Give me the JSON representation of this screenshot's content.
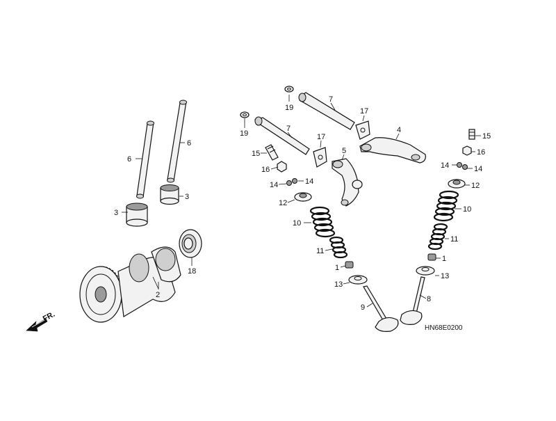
{
  "diagram": {
    "code": "HN68E0200",
    "direction_label": "FR.",
    "callouts": {
      "c1a": "1",
      "c1b": "1",
      "c2": "2",
      "c3a": "3",
      "c3b": "3",
      "c4": "4",
      "c5": "5",
      "c6a": "6",
      "c6b": "6",
      "c7a": "7",
      "c7b": "7",
      "c8": "8",
      "c9": "9",
      "c10a": "10",
      "c10b": "10",
      "c11a": "11",
      "c11b": "11",
      "c12a": "12",
      "c12b": "12",
      "c13a": "13",
      "c13b": "13",
      "c14a": "14",
      "c14b": "14",
      "c14c": "14",
      "c14d": "14",
      "c15a": "15",
      "c15b": "15",
      "c16a": "16",
      "c16b": "16",
      "c17a": "17",
      "c17b": "17",
      "c18": "18",
      "c19a": "19",
      "c19b": "19"
    }
  }
}
